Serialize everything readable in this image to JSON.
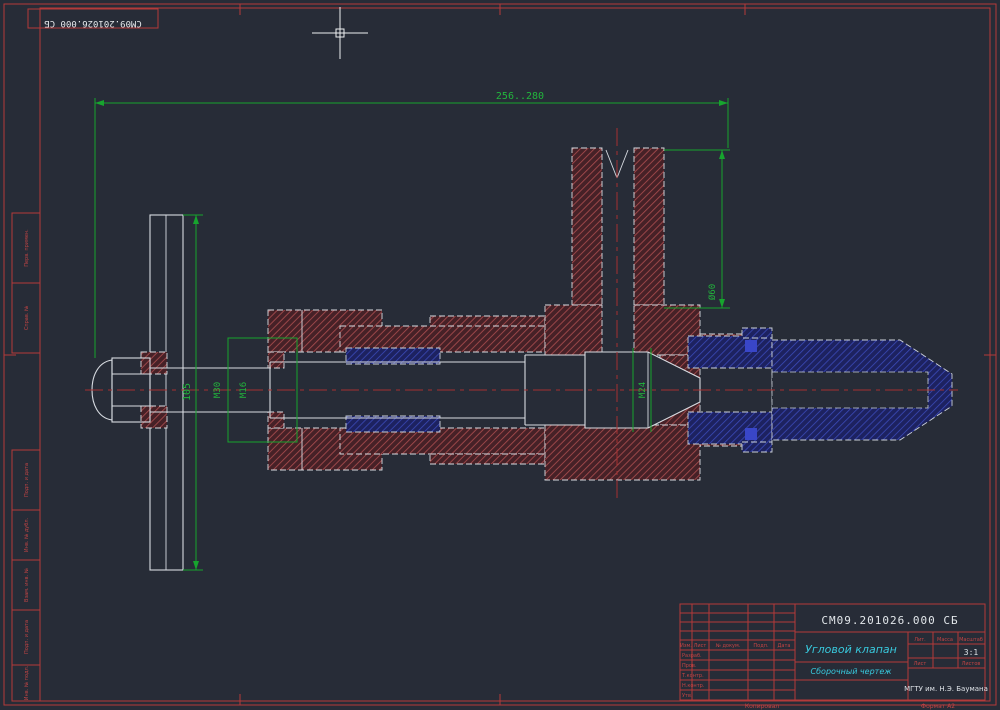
{
  "canvas": {
    "background": "#272c37"
  },
  "colors": {
    "frame_red": "#b43a3a",
    "dimension_green": "#22b53c",
    "outline_white": "#d8dce2",
    "hatch_red": "#a34a4c",
    "hatch_blue": "#3b4ab8",
    "text_cyan": "#38c9dd",
    "centerline_red": "#a53131"
  },
  "top_stamp": {
    "text": "СМ09.201026.000 СБ"
  },
  "dimensions": {
    "overall": "256..280",
    "wheel_width": "105",
    "thread_gland": "М30",
    "thread_spindle": "М16",
    "thread_seat": "М24",
    "outlet_bore": "Ø60"
  },
  "title_block": {
    "doc_number": "СМ09.201026.000 СБ",
    "title": "Угловой клапан",
    "doc_type": "Сборочный чертеж",
    "organization": "МГТУ им. Н.Э. Баумана",
    "scale_value": "3:1",
    "labels": {
      "izm": "Изм.",
      "list": "Лист",
      "n_dokum": "№ докум.",
      "podp": "Подп.",
      "data": "Дата",
      "razrab": "Разраб.",
      "prov": "Пров.",
      "t_kontr": "Т.контр.",
      "n_kontr": "Н.контр.",
      "utv": "Утв.",
      "lit": "Лит.",
      "massa": "Масса",
      "masshtab": "Масштаб",
      "list2": "Лист",
      "listov": "Листов"
    }
  },
  "footer": {
    "kopiroval": "Копировал",
    "format": "Формат А2"
  },
  "side_stamps": [
    "Перв. примен.",
    "Справ. №",
    "Подп. и дата",
    "Инв. № дубл.",
    "Взам. инв. №",
    "Подп. и дата",
    "Инв. № подл."
  ]
}
